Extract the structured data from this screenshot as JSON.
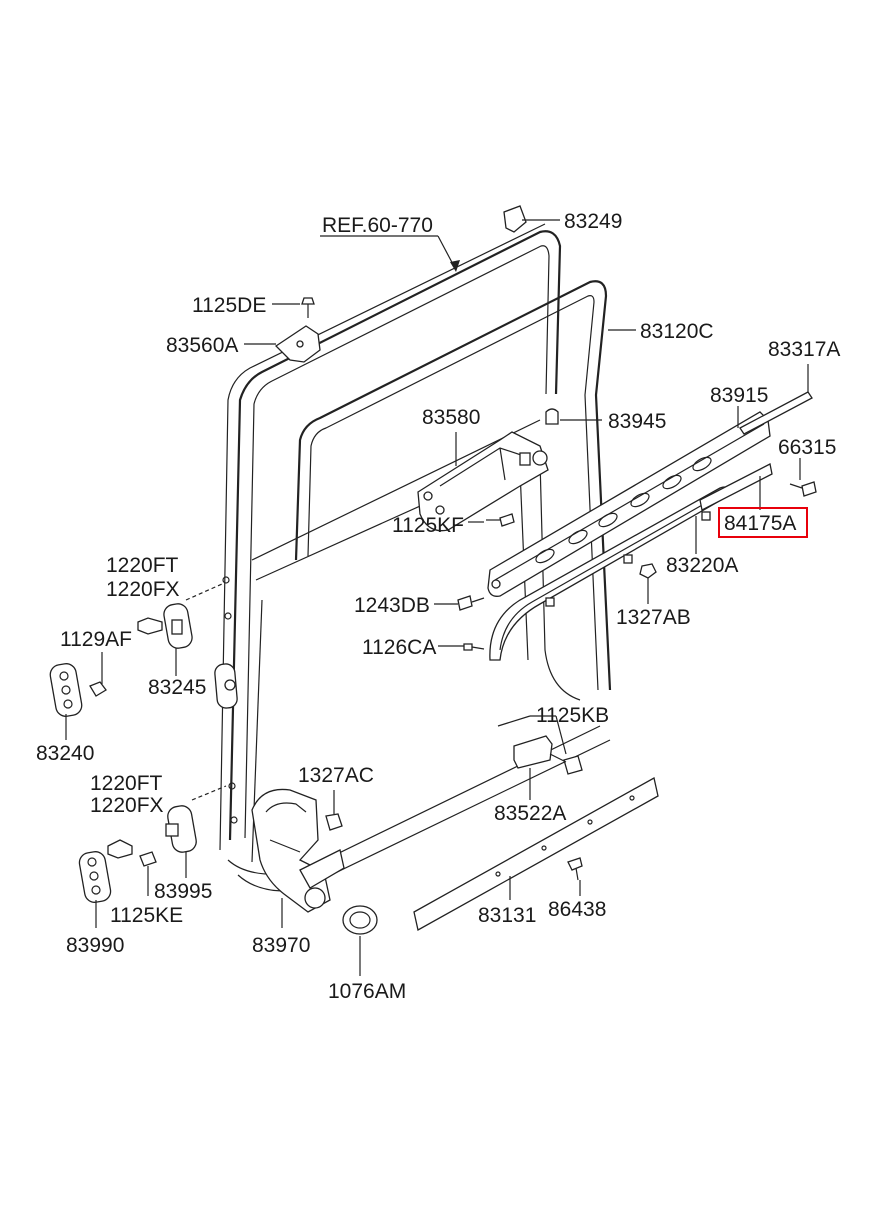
{
  "diagram": {
    "ref_label": "REF.60-770",
    "highlight_color": "#e8000b",
    "labels": {
      "p83249": "83249",
      "p1125DE": "1125DE",
      "p83560A": "83560A",
      "p83120C": "83120C",
      "p83317A": "83317A",
      "p83580": "83580",
      "p83945": "83945",
      "p83915": "83915",
      "p66315": "66315",
      "p1125KF": "1125KF",
      "p84175A": "84175A",
      "p83220A": "83220A",
      "p1220FT_a": "1220FT",
      "p1220FX_a": "1220FX",
      "p1129AF": "1129AF",
      "p1243DB": "1243DB",
      "p1327AB": "1327AB",
      "p83245": "83245",
      "p1126CA": "1126CA",
      "p83240": "83240",
      "p1125KB": "1125KB",
      "p1327AC": "1327AC",
      "p1220FT_b": "1220FT",
      "p1220FX_b": "1220FX",
      "p83522A": "83522A",
      "p83995": "83995",
      "p1125KE": "1125KE",
      "p83131": "83131",
      "p86438": "86438",
      "p83990": "83990",
      "p83970": "83970",
      "p1076AM": "1076AM"
    }
  }
}
